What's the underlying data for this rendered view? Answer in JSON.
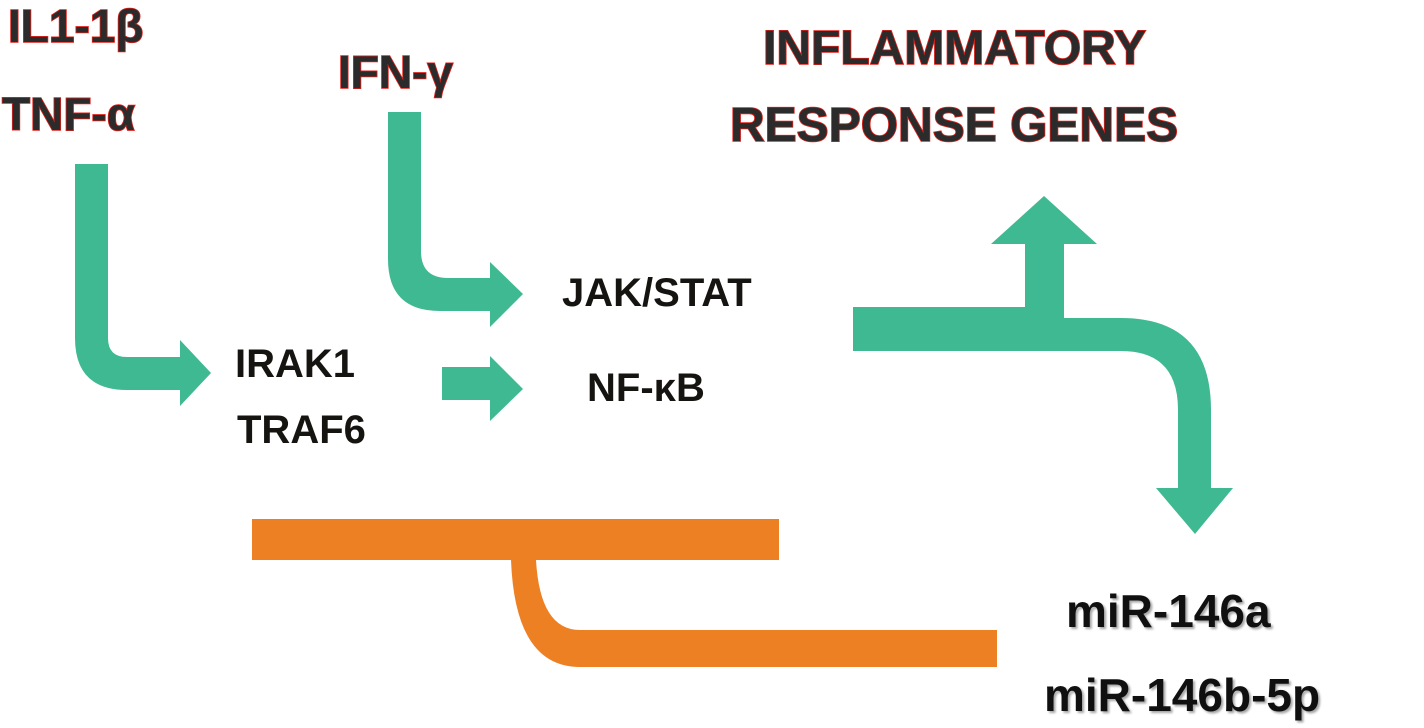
{
  "colors": {
    "activation_arrow": "#3fb991",
    "inhibition_bar": "#ee8024",
    "stimulus_text": "#2b2b2b",
    "stimulus_outline": "#e0201b",
    "node_text": "#161410"
  },
  "stimuli": {
    "il1_line1": "IL1-1β",
    "il1_line2": "TNF-α",
    "ifn": "IFN-γ"
  },
  "output": {
    "line1": "INFLAMMATORY",
    "line2": "RESPONSE GENES"
  },
  "nodes": {
    "irak1": "IRAK1",
    "traf6": "TRAF6",
    "jak_stat": "JAK/STAT",
    "nfkb": "NF-κB"
  },
  "mirnas": {
    "mir146a": "miR-146a",
    "mir146b": "miR-146b-5p"
  },
  "edges": [
    {
      "from": "IL1-1β / TNF-α",
      "to": "IRAK1 / TRAF6",
      "type": "activation"
    },
    {
      "from": "IFN-γ",
      "to": "JAK/STAT",
      "type": "activation"
    },
    {
      "from": "IRAK1 / TRAF6",
      "to": "NF-κB",
      "type": "activation"
    },
    {
      "from": "JAK/STAT + NF-κB",
      "to": "INFLAMMATORY RESPONSE GENES",
      "type": "activation"
    },
    {
      "from": "JAK/STAT + NF-κB",
      "to": "miR-146a / miR-146b-5p",
      "type": "activation"
    },
    {
      "from": "miR-146a / miR-146b-5p",
      "to": "IRAK1 / TRAF6 / NF-κB",
      "type": "inhibition"
    }
  ]
}
